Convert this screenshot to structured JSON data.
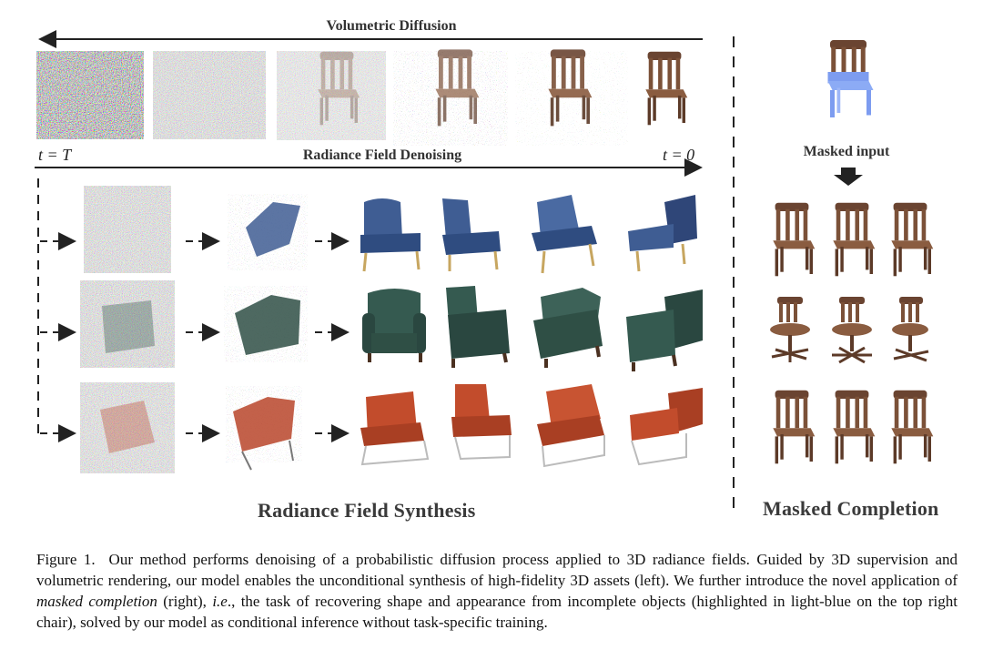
{
  "figure": {
    "top_arrow_label": "Volumetric Diffusion",
    "bottom_arrow_label": "Radiance Field Denoising",
    "t_left": "t = T",
    "t_right": "t = 0",
    "masked_input_label": "Masked input",
    "left_title": "Radiance Field Synthesis",
    "right_title": "Masked Completion",
    "colors": {
      "blue_chair": "#3f5d93",
      "green_chair": "#2f4f45",
      "red_chair": "#b8452a",
      "wood": "#6e4a35",
      "mask_blue": "#7d9cf0"
    }
  },
  "caption": {
    "prefix": "Figure 1.",
    "text_1": "Our method performs denoising of a probabilistic diffusion process applied to 3D radiance fields. Guided by 3D supervision and volumetric rendering, our model enables the unconditional synthesis of high-fidelity 3D assets (left). We further introduce the novel application of ",
    "emph_1": "masked completion",
    "text_2": " (right), ",
    "emph_2": "i.e",
    "text_3": "., the task of recovering shape and appearance from incomplete objects (highlighted in light-blue on the top right chair), solved by our model as conditional inference without task-specific training."
  }
}
